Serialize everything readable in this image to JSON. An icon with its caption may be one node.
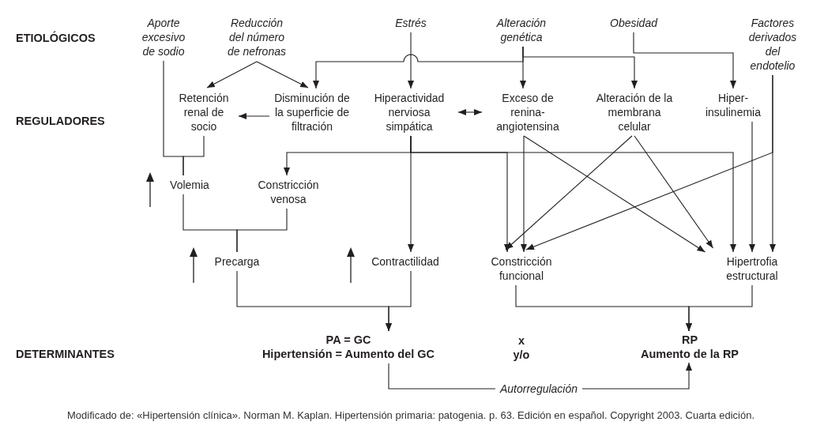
{
  "diagram": {
    "caption": "Modificado de: «Hipertensión clínica». Norman M. Kaplan. Hipertensión primaria: patogenia. p. 63. Edición en español. Copyright 2003. Cuarta edición.",
    "nodes": [
      {
        "text": [
          "Aporte excesivo de sodio"
        ]
      },
      {
        "text": [
          "Reducción del número de nefronas"
        ]
      },
      {
        "text": [
          "Estrés"
        ]
      },
      {
        "text": [
          "Alteración genética"
        ]
      },
      {
        "text": [
          "Obesidad"
        ]
      },
      {
        "text": [
          "Factores derivados del endotelio"
        ]
      },
      {
        "text": [
          "Retención renal de socio"
        ]
      },
      {
        "text": [
          "Disminución de la superficie de filtración"
        ]
      },
      {
        "text": [
          "Hiperactividad nerviosa simpática"
        ]
      },
      {
        "text": [
          "Exceso de renina-angiotensina"
        ]
      },
      {
        "text": [
          "Alteración de la membrana celular"
        ]
      },
      {
        "text": [
          "Hiper-insulinemia"
        ]
      },
      {
        "text": [
          "Volemia"
        ]
      },
      {
        "text": [
          "Constricción venosa"
        ]
      },
      {
        "text": [
          "Precarga"
        ]
      },
      {
        "text": [
          "Contractilidad"
        ]
      },
      {
        "text": [
          "Constricción funcional"
        ]
      },
      {
        "text": [
          "Hipertrofia estructural"
        ]
      },
      {
        "text": [
          "PA = GC",
          "Hipertensión = Aumento del GC"
        ]
      },
      {
        "text": [
          "RP",
          "Aumento de la RP"
        ]
      }
    ],
    "edges": [
      {
        "from": 0,
        "to": 12,
        "arrow": "none"
      },
      {
        "from": 6,
        "to": 12,
        "arrow": "none"
      },
      {
        "from": 1,
        "to": 6,
        "arrow": "to"
      },
      {
        "from": 1,
        "to": 7,
        "arrow": "to"
      },
      {
        "from": 2,
        "to": 8,
        "arrow": "to"
      },
      {
        "from": 3,
        "to": 7,
        "arrow": "to"
      },
      {
        "from": 3,
        "to": 9,
        "arrow": "to"
      },
      {
        "from": 3,
        "to": 10,
        "arrow": "to"
      },
      {
        "from": 4,
        "to": 11,
        "arrow": "to"
      },
      {
        "from": 5,
        "to": 17,
        "arrow": "to"
      },
      {
        "from": 5,
        "to": 16,
        "arrow": "to"
      },
      {
        "from": 7,
        "to": 6,
        "arrow": "to"
      },
      {
        "from": 8,
        "to": 9,
        "arrow": "both"
      },
      {
        "from": 8,
        "to": 15,
        "arrow": "to"
      },
      {
        "from": 8,
        "to": 13,
        "arrow": "to"
      },
      {
        "from": 8,
        "to": 16,
        "arrow": "to"
      },
      {
        "from": 8,
        "to": 17,
        "arrow": "to"
      },
      {
        "from": 9,
        "to": 16,
        "arrow": "to"
      },
      {
        "from": 9,
        "to": 17,
        "arrow": "to"
      },
      {
        "from": 10,
        "to": 16,
        "arrow": "to"
      },
      {
        "from": 10,
        "to": 17,
        "arrow": "to"
      },
      {
        "from": 11,
        "to": 17,
        "arrow": "to"
      },
      {
        "from": 12,
        "to": 14,
        "arrow": "none"
      },
      {
        "from": 13,
        "to": 14,
        "arrow": "none"
      },
      {
        "from": 14,
        "to": 18,
        "arrow": "to"
      },
      {
        "from": 15,
        "to": 18,
        "arrow": "to"
      },
      {
        "from": 16,
        "to": 19,
        "arrow": "to"
      },
      {
        "from": 17,
        "to": 19,
        "arrow": "to"
      },
      {
        "from": 18,
        "to": 19,
        "arrow": "to",
        "label": "Autorregulación"
      }
    ],
    "labels": [
      "ETIOLÓGICOS",
      "REGULADORES",
      "DETERMINANTES",
      "x",
      "y/o"
    ]
  }
}
